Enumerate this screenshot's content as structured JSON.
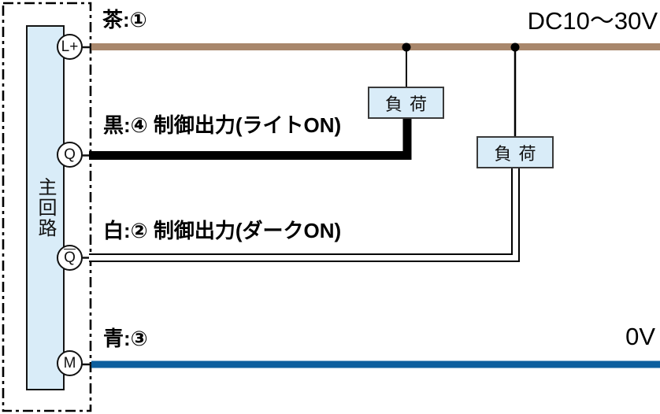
{
  "colors": {
    "brown_wire": "#a8876c",
    "blue_wire": "#0d5f9e",
    "black_wire": "#000000",
    "white_wire": "#ffffff",
    "box_fill": "#d9ecf8"
  },
  "sensor": {
    "main_circuit_label": "主回路",
    "terminals": [
      {
        "id": "L+",
        "label": "L+"
      },
      {
        "id": "Q",
        "label": "Q"
      },
      {
        "id": "Q-bar",
        "label": "Q",
        "overline": true
      },
      {
        "id": "M",
        "label": "M"
      }
    ]
  },
  "wires": [
    {
      "name": "brown",
      "label": "茶:①",
      "rail_label": "DC10〜30V"
    },
    {
      "name": "black",
      "label": "黒:④ 制御出力(ライトON)"
    },
    {
      "name": "white",
      "label": "白:② 制御出力(ダークON)"
    },
    {
      "name": "blue",
      "label": "青:③",
      "rail_label": "0V"
    }
  ],
  "loads": [
    {
      "label": "負荷"
    },
    {
      "label": "負荷"
    }
  ]
}
